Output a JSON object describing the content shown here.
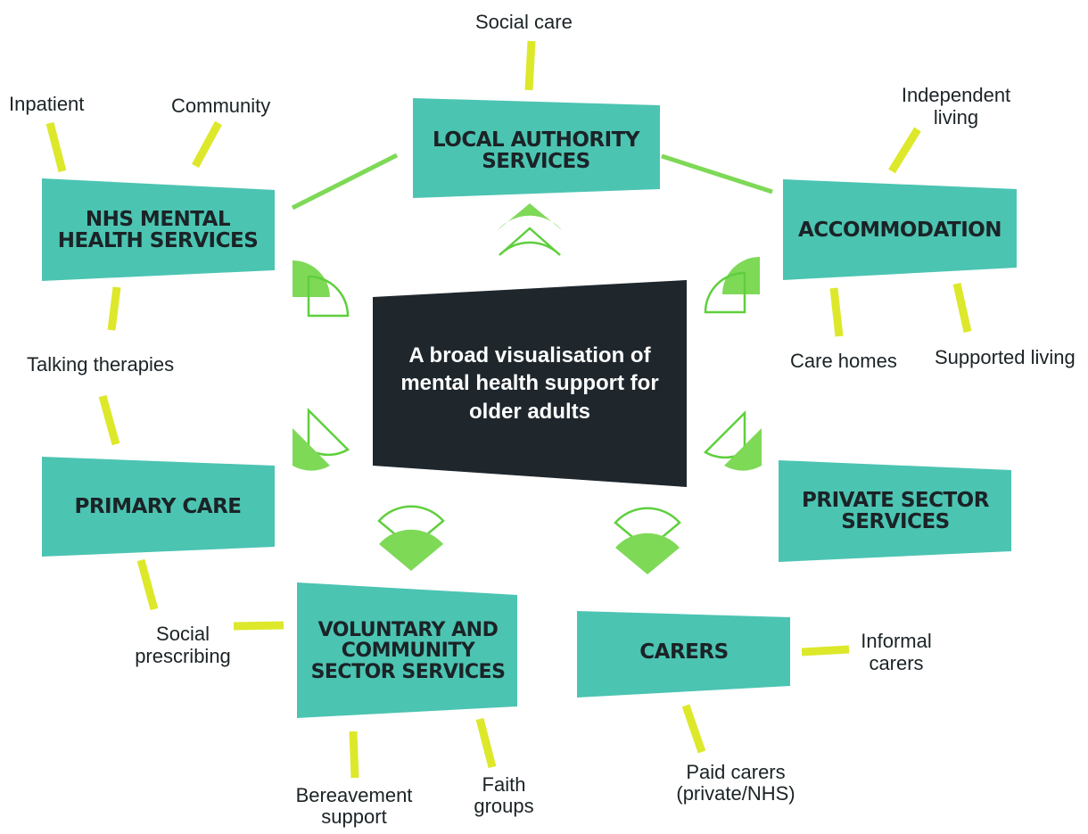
{
  "colors": {
    "box": "#4cc4b2",
    "center": "#1f272d",
    "yellow": "#dde82b",
    "green": "#7ed957",
    "green_stroke": "#5fcf3d",
    "text": "#1b2326"
  },
  "center": {
    "text": "A broad visualisation of mental health support for older adults"
  },
  "services": {
    "local_authority": "LOCAL AUTHORITY SERVICES",
    "nhs": "NHS MENTAL HEALTH SERVICES",
    "accommodation": "ACCOMMODATION",
    "primary_care": "PRIMARY CARE",
    "private_sector": "PRIVATE SECTOR SERVICES",
    "voluntary": "VOLUNTARY AND COMMUNITY SECTOR SERVICES",
    "carers": "CARERS"
  },
  "labels": {
    "social_care": "Social care",
    "inpatient": "Inpatient",
    "community": "Community",
    "independent_living": "Independent living",
    "talking_therapies": "Talking therapies",
    "care_homes": "Care homes",
    "supported_living": "Supported living",
    "social_prescribing": "Social prescribing",
    "informal_carers": "Informal carers",
    "bereavement_support": "Bereavement support",
    "faith_groups": "Faith groups",
    "paid_carers": "Paid carers (private/NHS)"
  }
}
